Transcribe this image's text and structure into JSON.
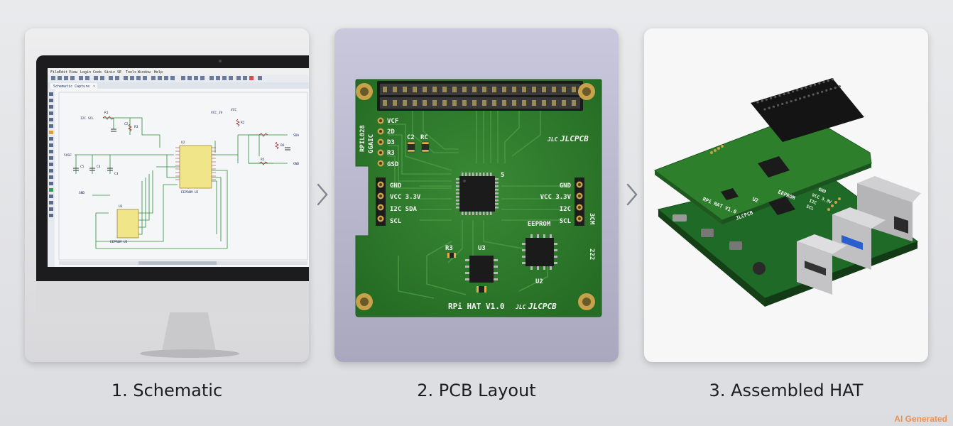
{
  "steps": [
    {
      "caption": "1. Schematic"
    },
    {
      "caption": "2. PCB Layout"
    },
    {
      "caption": "3. Assembled HAT"
    }
  ],
  "schematic_app": {
    "menu": [
      "File",
      "Edit",
      "View",
      "Login",
      "Cook",
      "Siniv",
      "SE",
      "Tools",
      "Window",
      "Help"
    ],
    "tab_label": "Schematic Capture",
    "tab_close": "×",
    "labels": {
      "r1": "R1",
      "c2": "C2",
      "r3": "R3",
      "c5": "C5",
      "c4": "C4",
      "u2": "U2",
      "c3": "C3",
      "vcc": "VCC",
      "vcc_3v": "VCC_3V",
      "r2": "R2",
      "r6": "R6",
      "r5": "R5",
      "gnd": "GND",
      "u3": "U3",
      "chip_name": "EEPROM U3",
      "chip2_name": "EEPROM U2",
      "net_i2c": "I2C SCL",
      "net_5v": "5VSC",
      "net_sda": "SDA",
      "net_gnd2": "GND"
    }
  },
  "pcb": {
    "rpi_label": "RPIL028",
    "ggaic": "GGAIC",
    "top_pins": [
      "VCF",
      "2D",
      "D3",
      "R3",
      "GSD"
    ],
    "caps": [
      "C2",
      "RC"
    ],
    "left_header": [
      "GND",
      "VCC 3.3V",
      "I2C SDA",
      "SCL"
    ],
    "right_header": [
      "GND",
      "VCC 3.3V",
      "I2C",
      "SCL"
    ],
    "brand": "JLCPCB",
    "brand_logo": "JLC",
    "pin5": "5",
    "r3": "R3",
    "u3": "U3",
    "eeprom": "EEPROM",
    "u2": "U2",
    "footer": "RPi HAT V1.0",
    "vert_top": "3CM",
    "vert_bottom": "222"
  },
  "hat": {
    "footer": "RPi HAT V1.0",
    "brand": "JLCPCB",
    "eeprom": "EEPROM",
    "u2": "U2",
    "gnd": "GND",
    "vcc": "VCC 3.3V",
    "i2c": "I2C",
    "scl": "SCL"
  },
  "watermark": "AI Generated",
  "colors": {
    "pcb_green": "#2f7a2c",
    "silk": "#f2f2f2",
    "gold": "#c8a24a",
    "chip_accent": "#f1e58a"
  }
}
